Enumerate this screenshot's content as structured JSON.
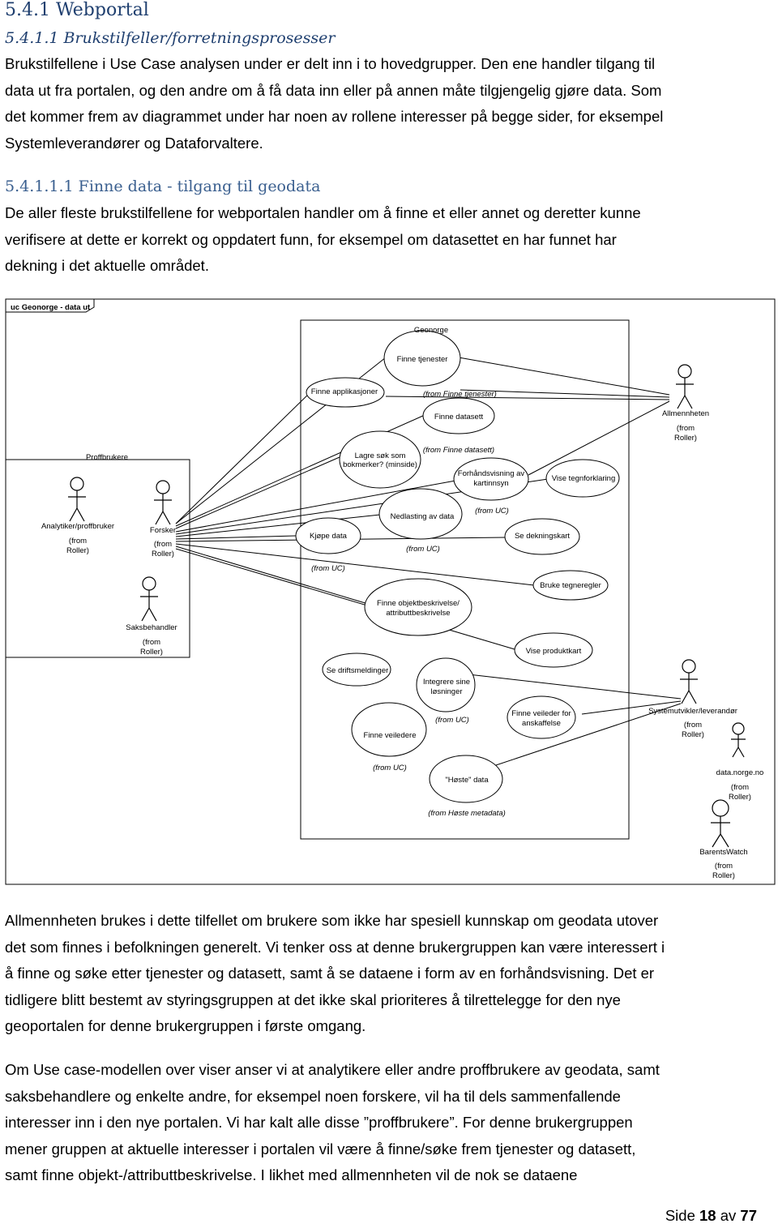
{
  "heading1": "5.4.1   Webportal",
  "heading2": "5.4.1.1   Brukstilfeller/forretningsprosesser",
  "intro_lines": [
    "Brukstilfellene i Use Case analysen under er delt inn i to hovedgrupper. Den ene handler tilgang til",
    "data ut fra portalen, og den andre om å få data inn eller på annen måte tilgjengelig gjøre data. Som",
    "det kommer frem av diagrammet under har noen av rollene interesser på begge sider, for eksempel",
    "Systemleverandører og Dataforvaltere."
  ],
  "heading3": "5.4.1.1.1   Finne data - tilgang til geodata",
  "para2_lines": [
    "De aller fleste brukstilfellene for webportalen handler om å finne et eller annet og deretter kunne",
    "verifisere at dette er korrekt og oppdatert funn, for eksempel om datasettet en har funnet har",
    "dekning i det aktuelle området."
  ],
  "diagram": {
    "frame_label": "uc Geonorge - data ut",
    "system_label": "Geonorge",
    "package_label": "Proffbrukere",
    "use_cases": [
      {
        "id": "finne-tjenester",
        "label": "Finne tjenester"
      },
      {
        "id": "finne-applikasjoner",
        "label": "Finne applikasjoner"
      },
      {
        "id": "finne-datasett",
        "label": "Finne datasett"
      },
      {
        "id": "lagre-sok",
        "label": "Lagre søk som bokmerker? (minside)"
      },
      {
        "id": "forhandsvisning",
        "label": "Forhåndsvisning av kartinnsyn"
      },
      {
        "id": "vise-tegnforklaring",
        "label": "Vise tegnforklaring"
      },
      {
        "id": "nedlasting",
        "label": "Nedlasting av data"
      },
      {
        "id": "kjope-data",
        "label": "Kjøpe data"
      },
      {
        "id": "se-dekningskart",
        "label": "Se dekningskart"
      },
      {
        "id": "bruke-tegneregler",
        "label": "Bruke tegneregler"
      },
      {
        "id": "finne-objektbeskrivelse",
        "label": "Finne objektbeskrivelse/ attributtbeskrivelse"
      },
      {
        "id": "vise-produktkart",
        "label": "Vise produktkart"
      },
      {
        "id": "se-driftsmeldinger",
        "label": "Se driftsmeldinger"
      },
      {
        "id": "integrere",
        "label": "Integrere sine løsninger"
      },
      {
        "id": "finne-veileder-anskaffelse",
        "label": "Finne veileder for anskaffelse"
      },
      {
        "id": "finne-veiledere",
        "label": "Finne veiledere"
      },
      {
        "id": "hoste-data",
        "label": "\"Høste\" data"
      }
    ],
    "actors": [
      {
        "id": "allmennheten",
        "label": "Allmennheten",
        "from": "(from Roller)"
      },
      {
        "id": "analytiker",
        "label": "Analytiker/proffbruker",
        "from": "(from Roller)"
      },
      {
        "id": "forsker",
        "label": "Forsker",
        "from": "(from Roller)"
      },
      {
        "id": "saksbehandler",
        "label": "Saksbehandler",
        "from": "(from Roller)"
      },
      {
        "id": "systemutvikler",
        "label": "Systemutvikler/leverandør",
        "from": "(from Roller)"
      },
      {
        "id": "data-norge",
        "label": "data.norge.no",
        "from": "(from Roller)"
      },
      {
        "id": "barentswatch",
        "label": "BarentsWatch",
        "from": "(from Roller)"
      }
    ],
    "from_notes": {
      "finne_tjenester": "(from Finne tjenester)",
      "finne_datasett": "(from Finne datasett)",
      "uc": "(from UC)",
      "hoste_metadata": "(from Høste metadata)"
    }
  },
  "para3_lines": [
    "Allmennheten brukes i dette tilfellet om brukere som ikke har spesiell kunnskap om geodata utover",
    "det som finnes i befolkningen generelt. Vi tenker oss at denne brukergruppen kan være interessert i",
    "å finne og søke etter tjenester og datasett, samt å se dataene i form av en forhåndsvisning. Det er",
    "tidligere blitt bestemt av styringsgruppen at det ikke skal prioriteres å tilrettelegge for den nye",
    "geoportalen for denne brukergruppen i første omgang."
  ],
  "para4_lines": [
    "Om Use case-modellen over viser anser vi at analytikere eller andre proffbrukere av geodata, samt",
    "saksbehandlere og enkelte andre, for eksempel noen forskere, vil ha til dels sammenfallende",
    "interesser inn i den nye portalen. Vi har kalt alle disse ”proffbrukere”. For denne brukergruppen",
    "mener gruppen at aktuelle interesser i portalen vil være å finne/søke frem tjenester og datasett,",
    "samt finne objekt-/attributtbeskrivelse. I likhet med allmennheten vil de nok se dataene"
  ],
  "footer": {
    "prefix": "Side ",
    "page": "18",
    "middle": " av ",
    "total": "77"
  }
}
